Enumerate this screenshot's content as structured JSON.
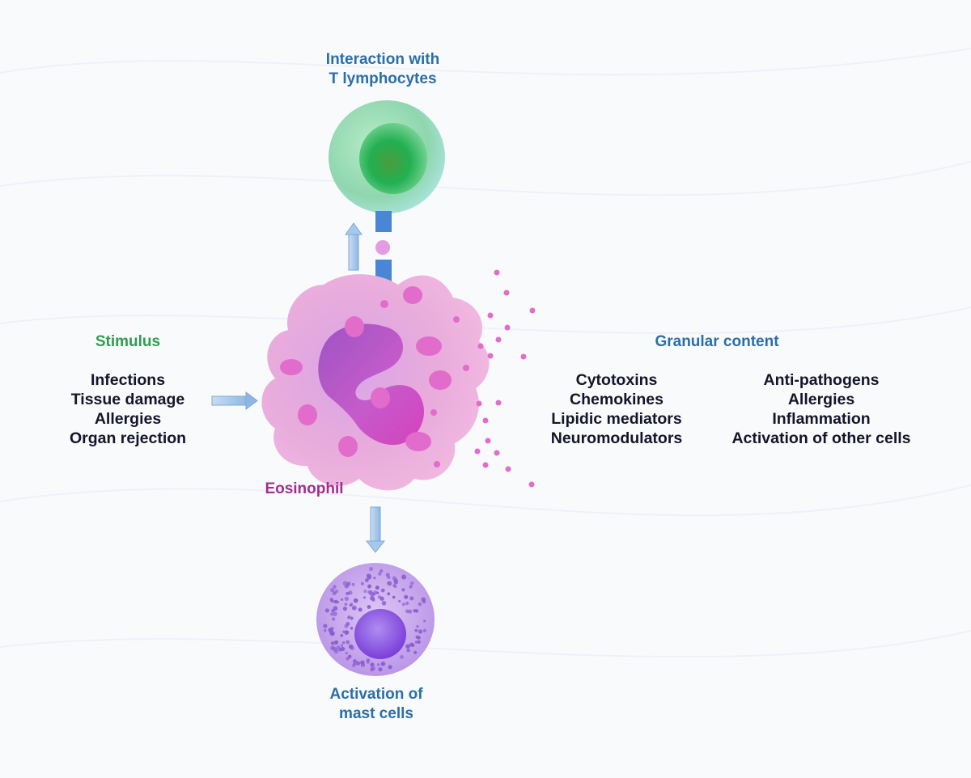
{
  "labels": {
    "t_lymphocytes": {
      "line1": "Interaction with",
      "line2": "T lymphocytes"
    },
    "stimulus": "Stimulus",
    "eosinophil": "Eosinophil",
    "granular_content": "Granular content",
    "mast_cells": {
      "line1": "Activation of",
      "line2": "mast cells"
    }
  },
  "stimulus_items": [
    "Infections",
    "Tissue damage",
    "Allergies",
    "Organ rejection"
  ],
  "granular_items": [
    "Cytotoxins",
    "Chemokines",
    "Lipidic mediators",
    "Neuromodulators"
  ],
  "effect_items": [
    "Anti-pathogens",
    "Allergies",
    "Inflammation",
    "Activation of other cells"
  ],
  "colors": {
    "blue_title": "#2b6ea8",
    "green_title": "#2e9e4e",
    "purple_title": "#a02f8f",
    "text_dark": "#15152a",
    "eosinophil_body": "#e8a7dd",
    "eosinophil_nucleus": "#b449b8",
    "granule": "#e06ac9",
    "t_cell_outer": "#8fd3b0",
    "t_cell_nucleus": "#27b254",
    "mast_cell_body": "#c6a4ea",
    "mast_cell_nucleus": "#8f55e0",
    "arrow": "#a8c8ea",
    "connector": "#4a86d6"
  }
}
